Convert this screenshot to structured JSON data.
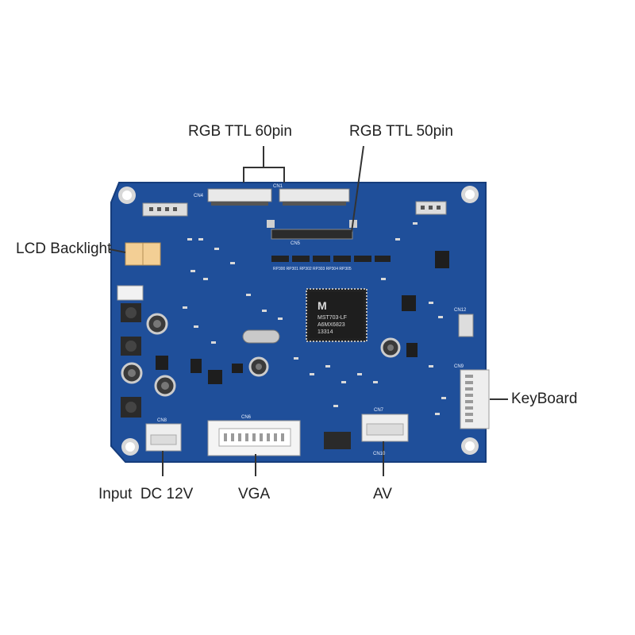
{
  "labels": {
    "rgb_ttl_60": "RGB TTL 60pin",
    "rgb_ttl_50": "RGB TTL 50pin",
    "lcd_backlight": "LCD Backlight",
    "keyboard": "KeyBoard",
    "input_dc": "Input  DC 12V",
    "vga": "VGA",
    "av": "AV"
  },
  "chip": {
    "logo": "M",
    "line1": "MST703-LF",
    "line2": "A6MX6823",
    "line3": "13314"
  },
  "silkscreen": {
    "cn4": "CN4",
    "cn5": "CN5",
    "cn1": "CN1",
    "cn6": "CN6",
    "cn7": "CN7",
    "cn8": "CN8",
    "cn9": "CN9",
    "cn10": "CN10",
    "cn12": "CN12",
    "rp_labels": "RP300 RP301 RP302 RP303 RP304 RP305"
  },
  "colors": {
    "board": "#1f4f9a",
    "board_dark": "#163d7c",
    "connector": "#eeeeee",
    "backlight": "#f3cf95",
    "chip": "#1e1e1e",
    "leader": "#333333"
  }
}
